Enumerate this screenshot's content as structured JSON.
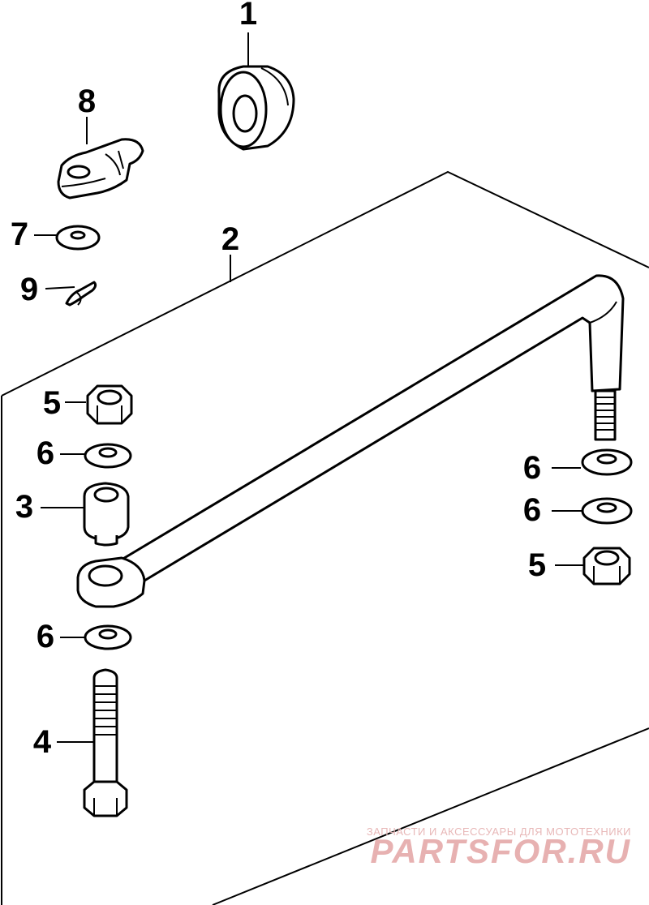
{
  "labels": {
    "part_1": "1",
    "part_2": "2",
    "part_3": "3",
    "part_4": "4",
    "part_5_left": "5",
    "part_5_right": "5",
    "part_6_left_upper": "6",
    "part_6_left_lower": "6",
    "part_6_right_upper": "6",
    "part_6_right_lower": "6",
    "part_7": "7",
    "part_8": "8",
    "part_9": "9"
  },
  "watermark": {
    "tagline": "ЗАПЧАСТИ И АКСЕССУАРЫ ДЛЯ МОТОТЕХНИКИ",
    "logo_text": "PARTSFOR.RU"
  },
  "colors": {
    "line": "#000000",
    "background": "#ffffff",
    "watermark": "#e7b1b1"
  }
}
